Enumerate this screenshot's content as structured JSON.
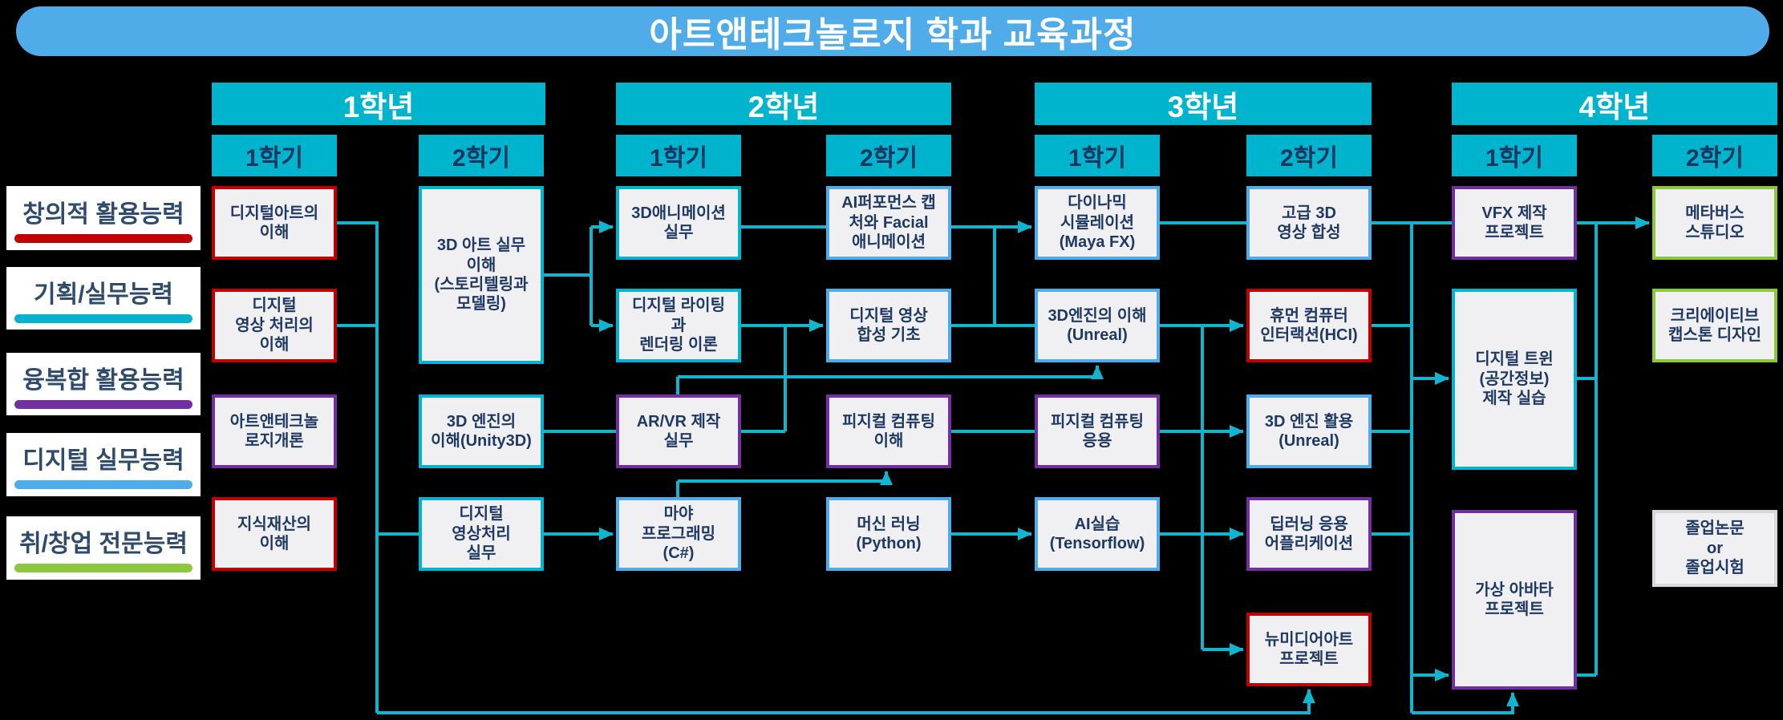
{
  "title": "아트앤테크놀로지 학과 교육과정",
  "colors": {
    "title_bar": "#4FACE8",
    "header_teal": "#00B4CE",
    "connector": "#0FB6CF",
    "box_fill": "#F0F0F2",
    "text_navy": "#1F3864",
    "border_red": "#C00000",
    "border_teal": "#00B4CE",
    "border_blue": "#4FACE8",
    "border_purple": "#7030A0",
    "border_green": "#8DC63F",
    "border_gray": "#D9D9D9"
  },
  "competencies": [
    {
      "label": "창의적 활용능력",
      "color": "#C00000"
    },
    {
      "label": "기획/실무능력",
      "color": "#00B4CE"
    },
    {
      "label": "융복합 활용능력",
      "color": "#7030A0"
    },
    {
      "label": "디지털 실무능력",
      "color": "#4FACE8"
    },
    {
      "label": "취/창업 전문능력",
      "color": "#8DC63F"
    }
  ],
  "years": [
    {
      "label": "1학년"
    },
    {
      "label": "2학년"
    },
    {
      "label": "3학년"
    },
    {
      "label": "4학년"
    }
  ],
  "semesters": [
    {
      "label": "1학기"
    },
    {
      "label": "2학기"
    },
    {
      "label": "1학기"
    },
    {
      "label": "2학기"
    },
    {
      "label": "1학기"
    },
    {
      "label": "2학기"
    },
    {
      "label": "1학기"
    },
    {
      "label": "2학기"
    }
  ],
  "cols": [
    {
      "courses": [
        {
          "label": "디지털아트의\n이해"
        },
        {
          "label": "디지털\n영상 처리의\n이해"
        },
        {
          "label": "아트앤테크놀\n로지개론"
        },
        {
          "label": "지식재산의\n이해"
        }
      ]
    },
    {
      "courses": [
        {
          "label": "3D 아트 실무\n이해\n(스토리텔링과\n모델링)"
        },
        {
          "label": "3D 엔진의\n이해(Unity3D)"
        },
        {
          "label": "디지털\n영상처리\n실무"
        }
      ]
    },
    {
      "courses": [
        {
          "label": "3D애니메이션\n실무"
        },
        {
          "label": "디지털 라이팅\n과\n렌더링 이론"
        },
        {
          "label": "AR/VR 제작\n실무"
        },
        {
          "label": "마야\n프로그래밍\n(C#)"
        }
      ]
    },
    {
      "courses": [
        {
          "label": "AI퍼포먼스 캡\n처와 Facial\n애니메이션"
        },
        {
          "label": "디지털 영상\n합성 기초"
        },
        {
          "label": "피지컬 컴퓨팅\n이해"
        },
        {
          "label": "머신 러닝\n(Python)"
        }
      ]
    },
    {
      "courses": [
        {
          "label": "다이나믹\n시뮬레이션\n(Maya FX)"
        },
        {
          "label": "3D엔진의 이해\n(Unreal)"
        },
        {
          "label": "피지컬 컴퓨팅\n응용"
        },
        {
          "label": "AI실습\n(Tensorflow)"
        }
      ]
    },
    {
      "courses": [
        {
          "label": "고급 3D\n영상 합성"
        },
        {
          "label": "휴먼 컴퓨터\n인터랙션(HCI)"
        },
        {
          "label": "3D 엔진 활용\n(Unreal)"
        },
        {
          "label": "딥러닝 응용\n어플리케이션"
        },
        {
          "label": "뉴미디어아트\n프로젝트"
        }
      ]
    },
    {
      "courses": [
        {
          "label": "VFX 제작\n프로젝트"
        },
        {
          "label": "디지털 트윈\n(공간정보)\n제작 실습"
        },
        {
          "label": "가상 아바타\n프로젝트"
        }
      ]
    },
    {
      "courses": [
        {
          "label": "메타버스\n스튜디오"
        },
        {
          "label": "크리에이티브\n캡스톤 디자인"
        },
        {
          "label": "졸업논문\nor\n졸업시험"
        }
      ]
    }
  ]
}
